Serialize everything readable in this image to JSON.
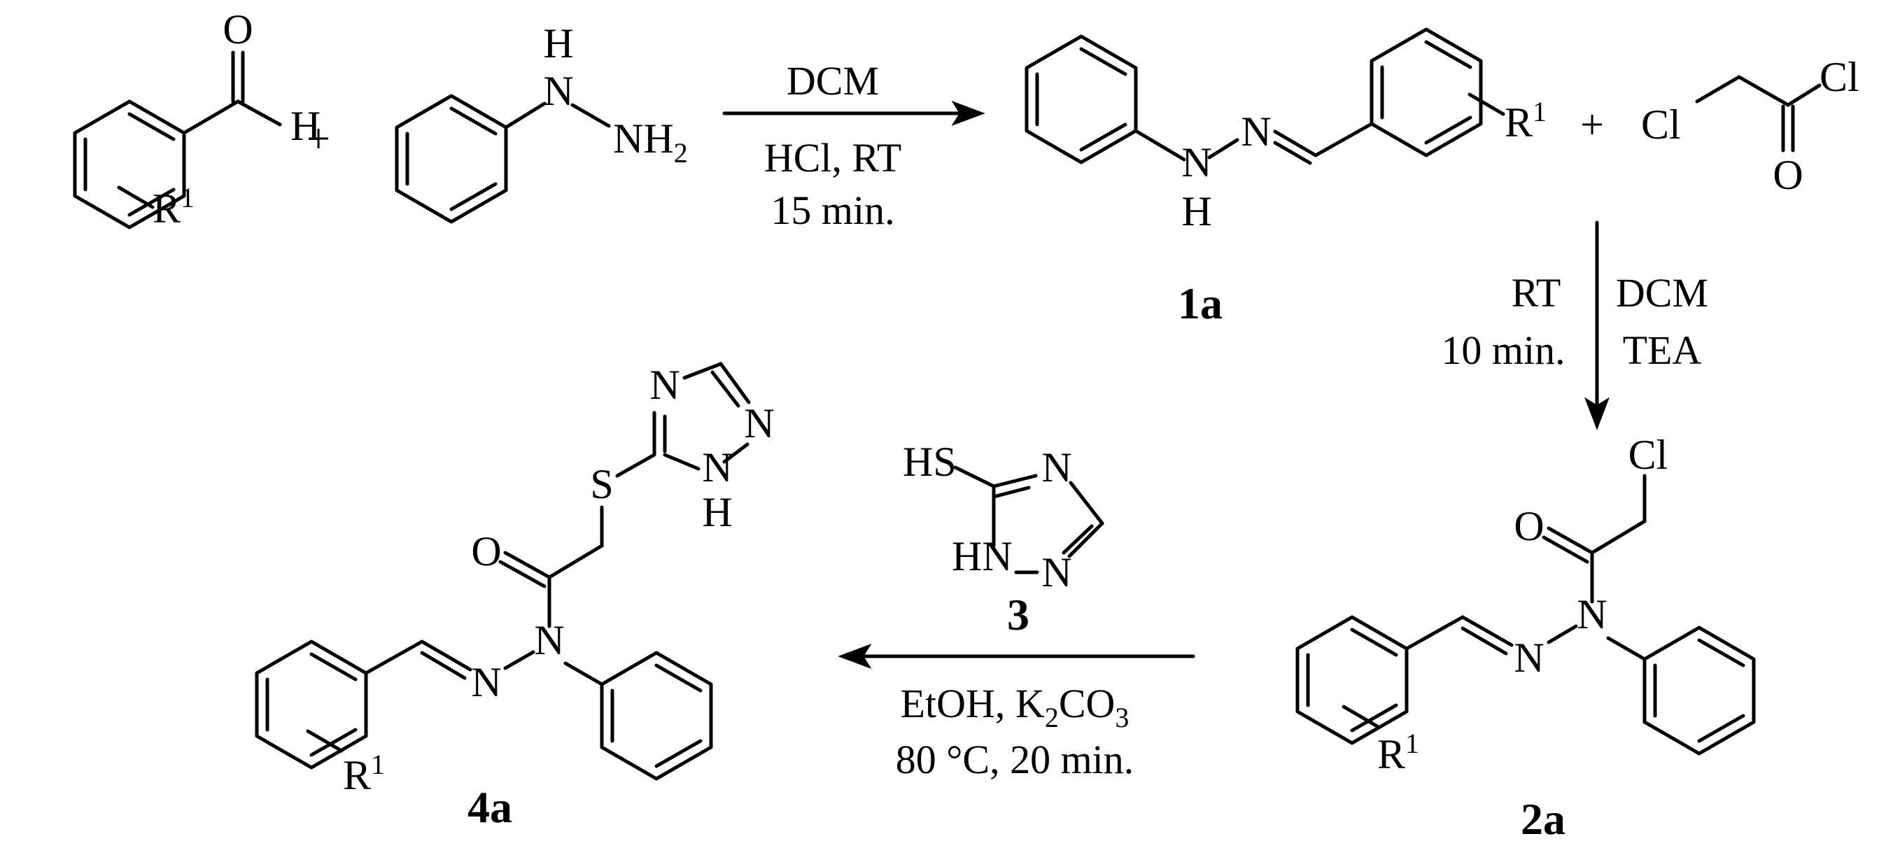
{
  "atoms": {
    "O": "O",
    "H": "H",
    "N": "N",
    "NH": "NH",
    "HN": "HN",
    "S": "S",
    "HS": "HS",
    "Cl": "Cl",
    "R": "R",
    "R_sup": "1",
    "H2_sub": "2",
    "plus": "+"
  },
  "compounds": {
    "c1a": "1a",
    "c2a": "2a",
    "c3": "3",
    "c4a": "4a"
  },
  "conditions": {
    "step1": {
      "solvent": "DCM",
      "reagent": "HCl, RT",
      "time": "15 min."
    },
    "step2": {
      "temp": "RT",
      "time": "10 min.",
      "solvent": "DCM",
      "base": "TEA"
    },
    "step3": {
      "solvent_prefix": "EtOH, K",
      "k_sub": "2",
      "co": "CO",
      "co_sub": "3",
      "conditions": "80 °C, 20 min."
    }
  }
}
